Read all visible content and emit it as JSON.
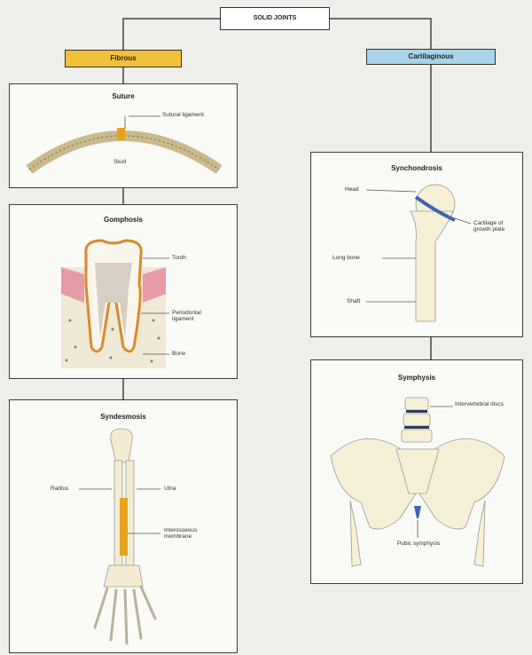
{
  "root": {
    "label": "SOLID JOINTS"
  },
  "fibrous": {
    "label": "Fibrous",
    "color": "#f2c13a",
    "suture": {
      "title": "Suture",
      "labels": [
        "Sutural ligament",
        "Skull"
      ]
    },
    "gomphosis": {
      "title": "Gomphosis",
      "labels": [
        "Tooth",
        "Periodontal ligament",
        "Bone"
      ]
    },
    "syndesmosis": {
      "title": "Syndesmosis",
      "labels": [
        "Radius",
        "Ulna",
        "Interosseous membrane"
      ]
    }
  },
  "cartilaginous": {
    "label": "Cartilaginous",
    "color": "#a9d4ea",
    "synchondrosis": {
      "title": "Synchondrosis",
      "labels": [
        "Head",
        "Cartilage of growth plate",
        "Long bone",
        "Shaft"
      ]
    },
    "symphysis": {
      "title": "Symphysis",
      "labels": [
        "Intervertebral discs",
        "Pubic symphysis"
      ]
    }
  }
}
